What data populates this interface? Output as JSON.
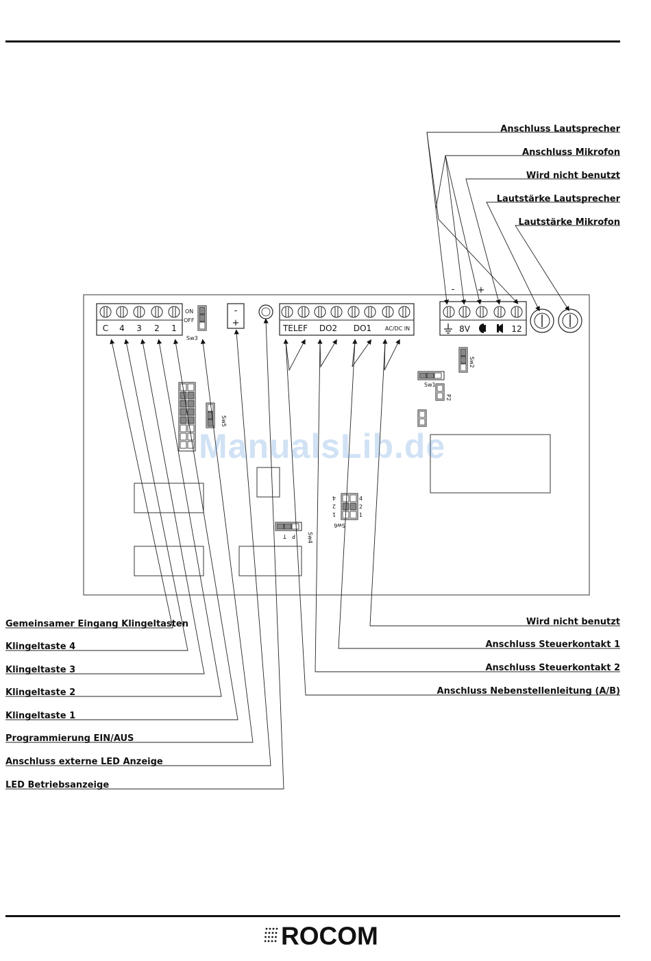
{
  "terminals_left": [
    "C",
    "4",
    "3",
    "2",
    "1"
  ],
  "switch_sw3": {
    "on": "ON",
    "off": "OFF",
    "name": "Sw3"
  },
  "led_minus": "-",
  "led_plus": "+",
  "terminals_middle": {
    "telef": "TELEF",
    "do2": "DO2",
    "do1": "DO1",
    "acdc": "AC/DC IN"
  },
  "terminals_right": {
    "minus": "-",
    "plus": "+",
    "eight_v": "8V",
    "twelve": "12"
  },
  "switches": {
    "sw1": "Sw1",
    "sw2": "Sw2",
    "p2": "P2",
    "sw4": "Sw4",
    "sw5": "Sw5",
    "sw6": "Sw6",
    "sw4_p": "P",
    "sw4_t": "T"
  },
  "sw6_numbers": {
    "four": "4",
    "two": "2",
    "one": "1"
  },
  "labels_top_right": [
    "Anschluss Lautsprecher",
    "Anschluss Mikrofon",
    "Wird nicht benutzt",
    "Lautstärke Lautsprecher",
    "Lautstärke Mikrofon"
  ],
  "labels_bottom_left": [
    "Gemeinsamer Eingang Klingeltasten",
    "Klingeltaste 4",
    "Klingeltaste 3",
    "Klingeltaste 2",
    "Klingeltaste 1",
    "Programmierung EIN/AUS",
    "Anschluss externe LED Anzeige",
    "LED Betriebsanzeige"
  ],
  "labels_bottom_right": [
    "Wird nicht benutzt",
    "Anschluss Steuerkontakt 1",
    "Anschluss Steuerkontakt 2",
    "Anschluss Nebenstellenleitung (A/B)"
  ],
  "watermark": "ManualsLib.de",
  "logo": "ROCOM"
}
